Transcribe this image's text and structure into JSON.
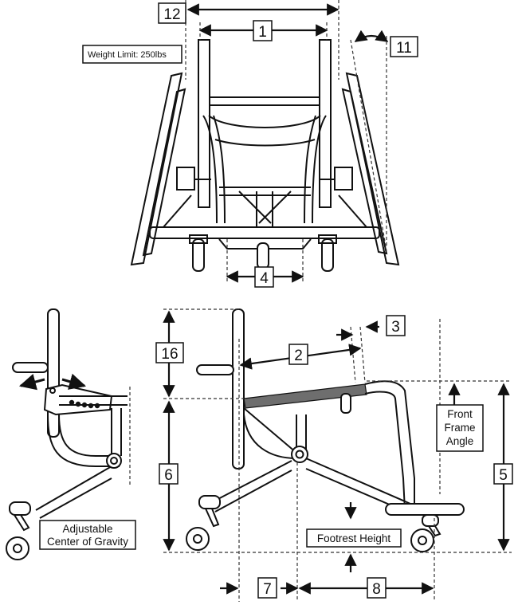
{
  "weight_limit": "Weight Limit: 250lbs",
  "dimension_labels": {
    "d1": "1",
    "d2": "2",
    "d3": "3",
    "d4": "4",
    "d5": "5",
    "d6": "6",
    "d7": "7",
    "d8": "8",
    "d11": "11",
    "d12": "12",
    "d16": "16"
  },
  "callouts": {
    "front_frame_angle": [
      "Front",
      "Frame",
      "Angle"
    ],
    "footrest_height": "Footrest Height",
    "adjustable_cog": [
      "Adjustable",
      "Center of Gravity"
    ]
  },
  "colors": {
    "line": "#111111",
    "seat_band": "#6e6e6e",
    "dash": "#333333"
  }
}
